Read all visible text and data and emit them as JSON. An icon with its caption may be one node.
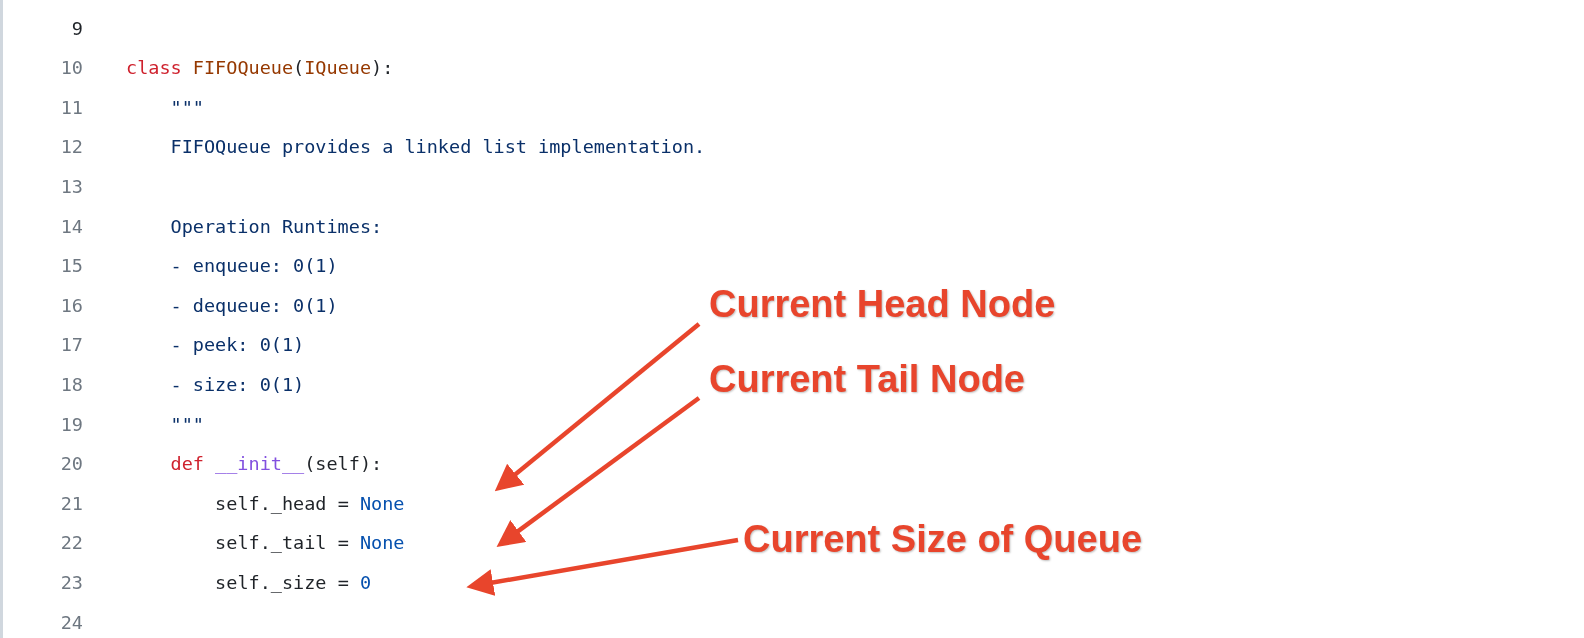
{
  "diagram": {
    "nodes": [
      {
        "text": [
          "Current Head Node"
        ]
      },
      {
        "text": [
          "Current Tail Node"
        ]
      },
      {
        "text": [
          "Current Size of Queue"
        ]
      }
    ],
    "edges": [
      {
        "from": 0,
        "to": null,
        "arrow": "to"
      },
      {
        "from": 1,
        "to": null,
        "arrow": "to"
      },
      {
        "from": 2,
        "to": null,
        "arrow": "to"
      }
    ],
    "labels": [
      "9",
      "10",
      "class",
      "FIFOQueue",
      "(",
      "IQueue",
      "):",
      "11",
      "\"\"\"",
      "12",
      "FIFOQueue provides a linked list implementation.",
      "13",
      "14",
      "Operation Runtimes:",
      "15",
      "- enqueue: 0(1)",
      "16",
      "- dequeue: 0(1)",
      "17",
      "- peek: 0(1)",
      "18",
      "- size: 0(1)",
      "19",
      "\"\"\"",
      "20",
      "def",
      "__init__",
      "(self):",
      "21",
      "self._head =",
      "None",
      "22",
      "self._tail =",
      "None",
      "23",
      "self._size =",
      "0",
      "24"
    ]
  }
}
